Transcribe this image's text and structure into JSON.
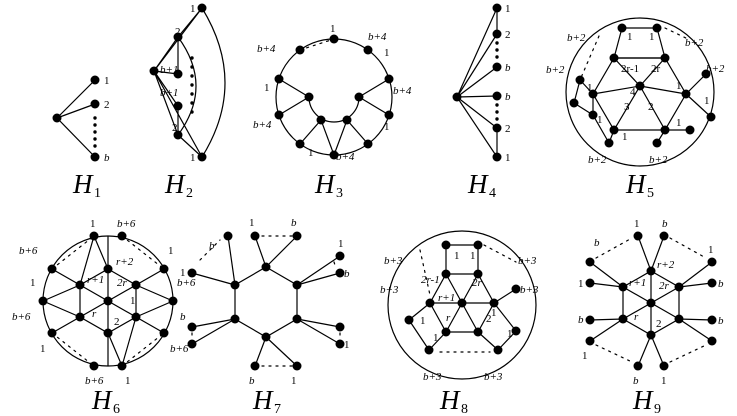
{
  "figures": [
    {
      "name": "H1",
      "letter": "H",
      "num": "1",
      "labels": [
        "1",
        "2",
        "b"
      ]
    },
    {
      "name": "H2",
      "letter": "H",
      "num": "2",
      "labels": [
        "1",
        "2",
        "b+1",
        "b+1",
        "2",
        "1"
      ]
    },
    {
      "name": "H3",
      "letter": "H",
      "num": "3",
      "labels": [
        "1",
        "b+4",
        "b+4",
        "1",
        "1",
        "b+4",
        "b+4",
        "1",
        "1",
        "b+4"
      ]
    },
    {
      "name": "H4",
      "letter": "H",
      "num": "4",
      "labels": [
        "1",
        "2",
        "b",
        "b",
        "2",
        "1"
      ]
    },
    {
      "name": "H5",
      "letter": "H",
      "num": "5",
      "labels": [
        "b+2",
        "1",
        "1",
        "b+2",
        "b+2",
        "b+2",
        "2r-1",
        "2r",
        "1",
        "4",
        "1",
        "1",
        "1",
        "3",
        "2",
        "1",
        "1",
        "b+2",
        "b+2"
      ]
    },
    {
      "name": "H6",
      "letter": "H",
      "num": "6",
      "labels": [
        "1",
        "b+6",
        "b+6",
        "1",
        "r+2",
        "1",
        "r+1",
        "2r",
        "b+6",
        "1",
        "b+6",
        "r",
        "2",
        "1",
        "b+6",
        "b+6",
        "1"
      ]
    },
    {
      "name": "H7",
      "letter": "H",
      "num": "7",
      "labels": [
        "1",
        "b",
        "b",
        "1",
        "b",
        "1",
        "b",
        "1",
        "b",
        "1"
      ]
    },
    {
      "name": "H8",
      "letter": "H",
      "num": "8",
      "labels": [
        "b+3",
        "1",
        "1",
        "b+3",
        "b+3",
        "2r-1",
        "2r",
        "b+3",
        "r+1",
        "1",
        "1",
        "r",
        "2",
        "1",
        "1",
        "b+3",
        "b+3"
      ]
    },
    {
      "name": "H9",
      "letter": "H",
      "num": "9",
      "labels": [
        "b",
        "1",
        "b",
        "1",
        "r+2",
        "1",
        "r+1",
        "2r",
        "b",
        "b",
        "r",
        "2",
        "b",
        "1",
        "b",
        "1"
      ]
    }
  ]
}
